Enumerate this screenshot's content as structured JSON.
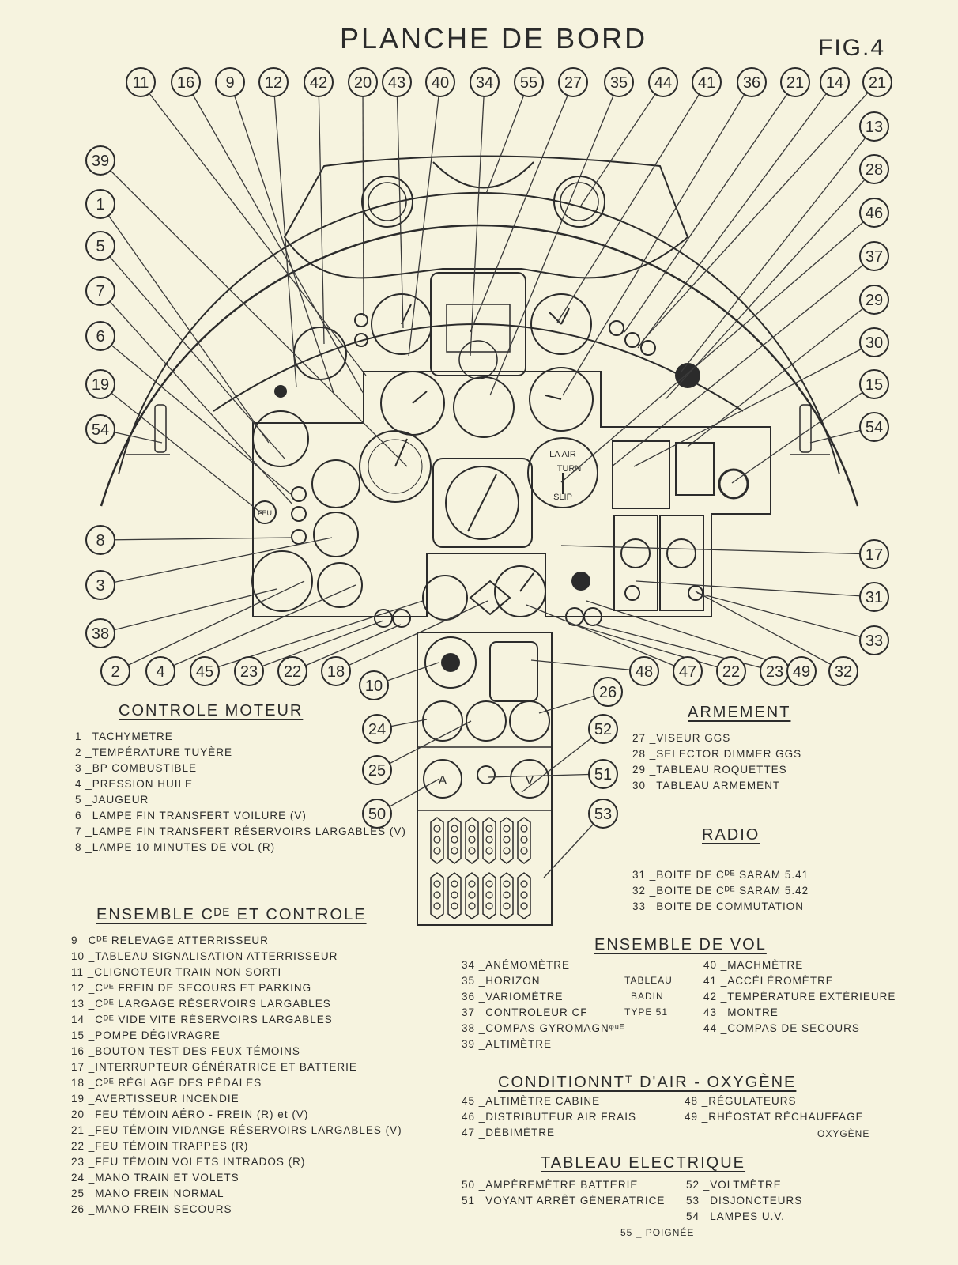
{
  "header": {
    "title": "PLANCHE DE BORD",
    "fig": "FIG.4"
  },
  "callouts": {
    "top_row": [
      "11",
      "16",
      "9",
      "12",
      "42",
      "20",
      "43",
      "40",
      "34",
      "55",
      "27",
      "35",
      "44",
      "41",
      "36",
      "21",
      "14",
      "21"
    ],
    "right_col": [
      "13",
      "28",
      "46",
      "37",
      "29",
      "30",
      "15",
      "54",
      "17",
      "31",
      "33"
    ],
    "left_col": [
      "39",
      "1",
      "5",
      "7",
      "6",
      "19",
      "54",
      "8",
      "3",
      "38"
    ],
    "bottom_row": [
      "2",
      "4",
      "45",
      "23",
      "22",
      "18",
      "48",
      "47",
      "22",
      "23",
      "49",
      "32"
    ],
    "center": [
      "10",
      "26",
      "24",
      "52",
      "25",
      "51",
      "50",
      "53"
    ]
  },
  "controle_moteur": {
    "title": "CONTROLE MOTEUR",
    "items": [
      {
        "n": "1",
        "t": "TACHYMÈTRE"
      },
      {
        "n": "2",
        "t": "TEMPÉRATURE TUYÈRE"
      },
      {
        "n": "3",
        "t": "BP COMBUSTIBLE"
      },
      {
        "n": "4",
        "t": "PRESSION HUILE"
      },
      {
        "n": "5",
        "t": "JAUGEUR"
      },
      {
        "n": "6",
        "t": "LAMPE FIN TRANSFERT VOILURE (V)"
      },
      {
        "n": "7",
        "t": "LAMPE FIN TRANSFERT RÉSERVOIRS LARGABLES (V)"
      },
      {
        "n": "8",
        "t": "LAMPE 10 MINUTES DE VOL (R)"
      }
    ]
  },
  "ensemble_commande": {
    "title": "ENSEMBLE Cᴰᴱ ET CONTROLE",
    "items": [
      {
        "n": "9",
        "t": "Cᴰᴱ RELEVAGE ATTERRISSEUR"
      },
      {
        "n": "10",
        "t": "TABLEAU SIGNALISATION ATTERRISSEUR"
      },
      {
        "n": "11",
        "t": "CLIGNOTEUR TRAIN NON SORTI"
      },
      {
        "n": "12",
        "t": "Cᴰᴱ FREIN DE SECOURS ET PARKING"
      },
      {
        "n": "13",
        "t": "Cᴰᴱ LARGAGE RÉSERVOIRS LARGABLES"
      },
      {
        "n": "14",
        "t": "Cᴰᴱ VIDE VITE RÉSERVOIRS LARGABLES"
      },
      {
        "n": "15",
        "t": "POMPE DÉGIVRAGRE"
      },
      {
        "n": "16",
        "t": "BOUTON TEST DES FEUX TÉMOINS"
      },
      {
        "n": "17",
        "t": "INTERRUPTEUR GÉNÉRATRICE ET BATTERIE"
      },
      {
        "n": "18",
        "t": "Cᴰᴱ RÉGLAGE DES PÉDALES"
      },
      {
        "n": "19",
        "t": "AVERTISSEUR INCENDIE"
      },
      {
        "n": "20",
        "t": "FEU TÉMOIN AÉRO - FREIN (R) et (V)"
      },
      {
        "n": "21",
        "t": "FEU TÉMOIN VIDANGE RÉSERVOIRS LARGABLES (V)"
      },
      {
        "n": "22",
        "t": "FEU TÉMOIN TRAPPES (R)"
      },
      {
        "n": "23",
        "t": "FEU TÉMOIN VOLETS INTRADOS (R)"
      },
      {
        "n": "24",
        "t": "MANO TRAIN ET VOLETS"
      },
      {
        "n": "25",
        "t": "MANO FREIN NORMAL"
      },
      {
        "n": "26",
        "t": "MANO FREIN SECOURS"
      }
    ]
  },
  "armement": {
    "title": "ARMEMENT",
    "items": [
      {
        "n": "27",
        "t": "VISEUR GGS"
      },
      {
        "n": "28",
        "t": "SELECTOR DIMMER GGS"
      },
      {
        "n": "29",
        "t": "TABLEAU ROQUETTES"
      },
      {
        "n": "30",
        "t": "TABLEAU ARMEMENT"
      }
    ]
  },
  "radio": {
    "title": "RADIO",
    "items": [
      {
        "n": "31",
        "t": "BOITE DE Cᴰᴱ SARAM 5.41"
      },
      {
        "n": "32",
        "t": "BOITE DE Cᴰᴱ SARAM 5.42"
      },
      {
        "n": "33",
        "t": "BOITE DE COMMUTATION"
      }
    ]
  },
  "ensemble_vol": {
    "title": "ENSEMBLE DE VOL",
    "left": [
      {
        "n": "34",
        "t": "ANÉMOMÈTRE"
      },
      {
        "n": "35",
        "t": "HORIZON"
      },
      {
        "n": "36",
        "t": "VARIOMÈTRE"
      },
      {
        "n": "37",
        "t": "CONTROLEUR CF"
      },
      {
        "n": "38",
        "t": "COMPAS GYROMAGNᵠᵘᴱ"
      },
      {
        "n": "39",
        "t": "ALTIMÈTRE"
      }
    ],
    "bracket": [
      "TABLEAU",
      "BADIN",
      "TYPE 51"
    ],
    "right": [
      {
        "n": "40",
        "t": "MACHMÈTRE"
      },
      {
        "n": "41",
        "t": "ACCÉLÉROMÈTRE"
      },
      {
        "n": "42",
        "t": "TEMPÉRATURE EXTÉRIEURE"
      },
      {
        "n": "43",
        "t": "MONTRE"
      },
      {
        "n": "44",
        "t": "COMPAS DE SECOURS"
      }
    ]
  },
  "conditionnement": {
    "title": "CONDITIONNTᵀ D'AIR - OXYGÈNE",
    "left": [
      {
        "n": "45",
        "t": "ALTIMÈTRE CABINE"
      },
      {
        "n": "46",
        "t": "DISTRIBUTEUR AIR FRAIS"
      },
      {
        "n": "47",
        "t": "DÉBIMÈTRE"
      }
    ],
    "right": [
      {
        "n": "48",
        "t": "RÉGULATEURS"
      },
      {
        "n": "49",
        "t": "RHÉOSTAT RÉCHAUFFAGE"
      }
    ],
    "extra": "OXYGÈNE"
  },
  "tableau_electrique": {
    "title": "TABLEAU ELECTRIQUE",
    "left": [
      {
        "n": "50",
        "t": "AMPÈREMÈTRE BATTERIE"
      },
      {
        "n": "51",
        "t": "VOYANT ARRÊT GÉNÉRATRICE"
      }
    ],
    "right": [
      {
        "n": "52",
        "t": "VOLTMÈTRE"
      },
      {
        "n": "53",
        "t": "DISJONCTEURS"
      },
      {
        "n": "54",
        "t": "LAMPES U.V."
      }
    ],
    "extra": {
      "n": "55",
      "t": "POIGNÉE"
    }
  },
  "gauge_labels": {
    "horizon_top": "LA AIR",
    "horizon_mid": "TURN",
    "horizon_bot": "SLIP",
    "ammeter": "A",
    "voltmeter": "V",
    "fire": "FEU"
  }
}
